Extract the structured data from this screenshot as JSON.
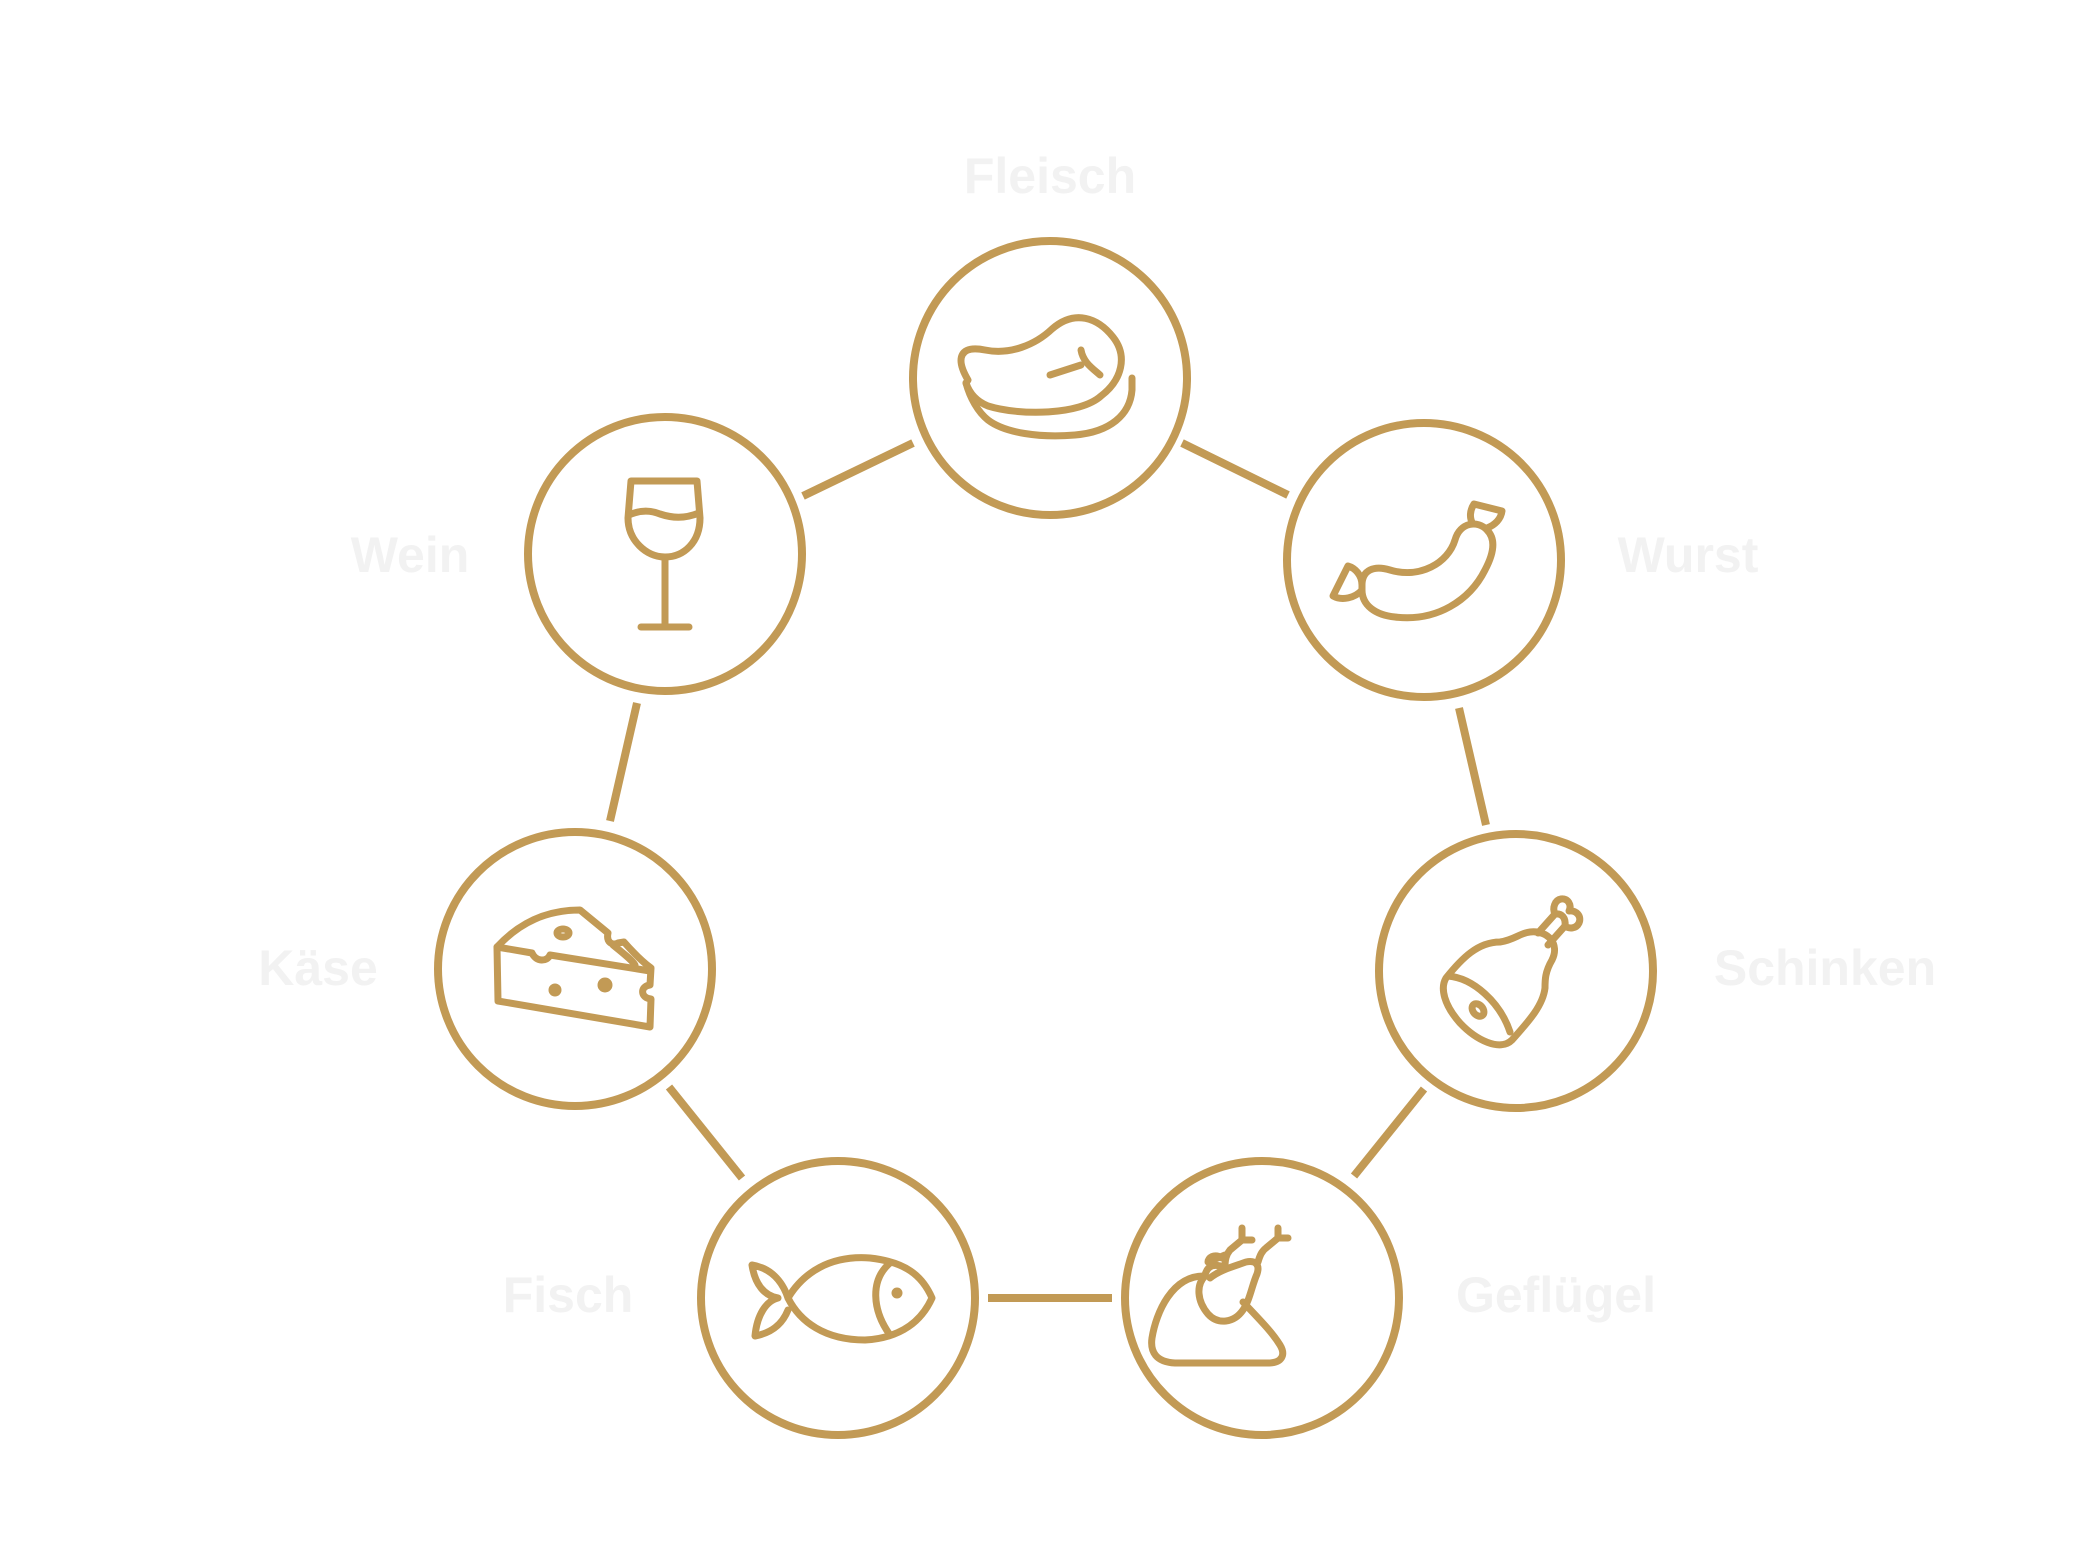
{
  "colors": {
    "accent": "#C29A55",
    "label": "#F2F2F2",
    "background": "#FFFFFF"
  },
  "nodes": [
    {
      "id": "fleisch",
      "label": "Fleisch",
      "icon": "steak-icon"
    },
    {
      "id": "wurst",
      "label": "Wurst",
      "icon": "sausage-icon"
    },
    {
      "id": "schinken",
      "label": "Schinken",
      "icon": "ham-leg-icon"
    },
    {
      "id": "gefluegel",
      "label": "Geflügel",
      "icon": "roast-chicken-icon"
    },
    {
      "id": "fisch",
      "label": "Fisch",
      "icon": "fish-icon"
    },
    {
      "id": "kaese",
      "label": "Käse",
      "icon": "cheese-icon"
    },
    {
      "id": "wein",
      "label": "Wein",
      "icon": "wine-glass-icon"
    }
  ],
  "connections": [
    [
      "fleisch",
      "wurst"
    ],
    [
      "wurst",
      "schinken"
    ],
    [
      "schinken",
      "gefluegel"
    ],
    [
      "gefluegel",
      "fisch"
    ],
    [
      "fisch",
      "kaese"
    ],
    [
      "kaese",
      "wein"
    ],
    [
      "wein",
      "fleisch"
    ]
  ]
}
